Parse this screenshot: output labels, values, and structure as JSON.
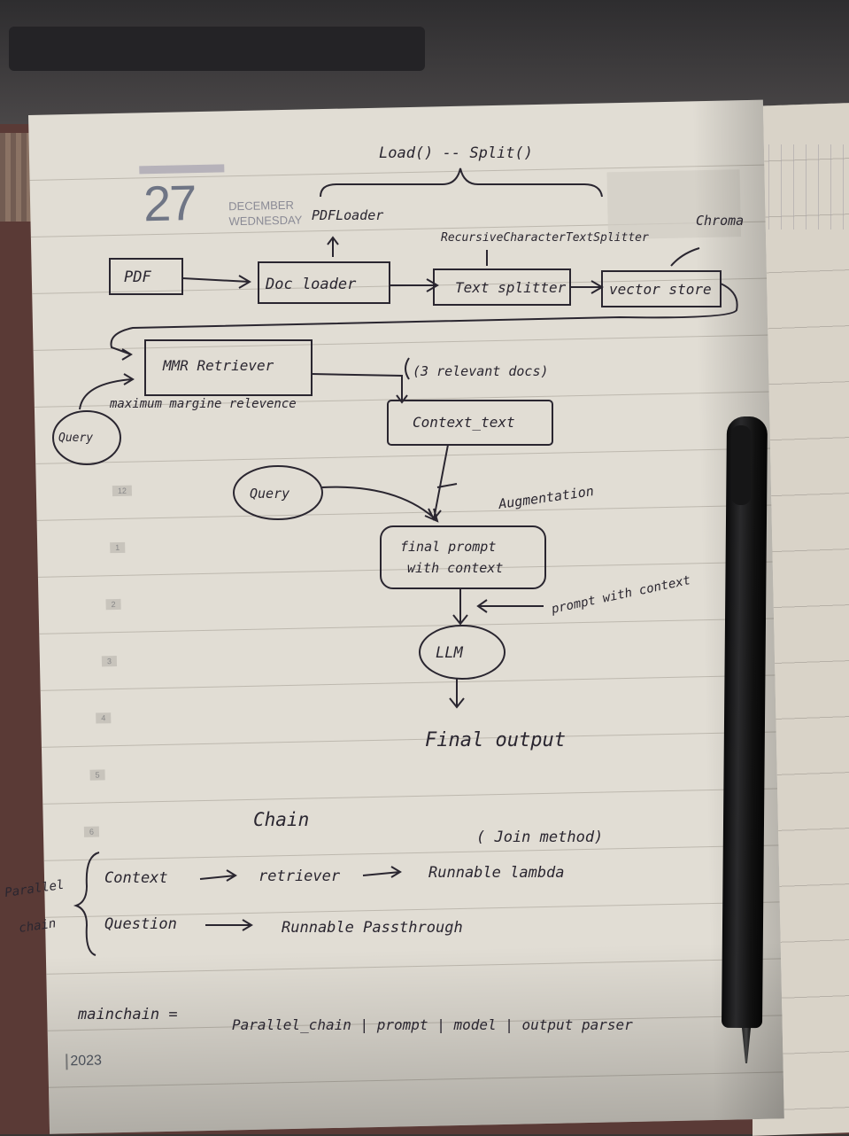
{
  "planner": {
    "day": "27",
    "month": "DECEMBER",
    "weekday": "WEDNESDAY",
    "year": "2023",
    "hours": [
      "12",
      "1",
      "2",
      "3",
      "4",
      "5",
      "6"
    ]
  },
  "notes": {
    "top_annotation": "Load() -- Split()",
    "pdf_loader_note": "PDFLoader",
    "text_splitter_note": "RecursiveCharacterTextSplitter",
    "vector_store_note": "Chroma",
    "pdf_box": "PDF",
    "loader_box": "Doc loader",
    "splitter_box": "Text splitter",
    "vectorstore_box": "vector store",
    "retriever_box": "MMR Retriever",
    "retriever_note": "maximum margine relevence",
    "docs_note": "(3 relevant docs)",
    "query_left": "Query",
    "context_box": "Context_text",
    "query_mid": "Query",
    "augmentation_note": "Augmentation",
    "final_prompt_line1": "final prompt",
    "final_prompt_line2": "with context",
    "prompt_note": "prompt with context",
    "llm_box": "LLM",
    "final_output": "Final output"
  },
  "chain_notes": {
    "title": "Chain",
    "join_method": "( Join method)",
    "parallel_label_line1": "Parallel",
    "parallel_label_line2": "chain",
    "row1_left": "Context",
    "row1_mid": "retriever",
    "row1_right": "Runnable lambda",
    "row2_left": "Question",
    "row2_right": "Runnable Passthrough",
    "main_chain_label": "mainchain =",
    "main_chain_formula": "Parallel_chain | prompt | model | output parser"
  }
}
